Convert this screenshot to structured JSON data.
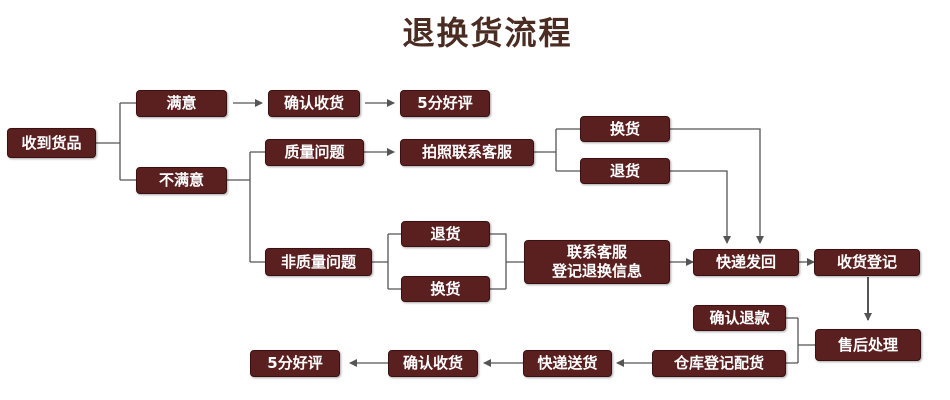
{
  "title": "退换货流程",
  "nodes": {
    "received": "收到货品",
    "satisfied": "满意",
    "confirm_receipt_1": "确认收货",
    "good_review_1": "5分好评",
    "unsatisfied": "不满意",
    "quality_issue": "质量问题",
    "photo_contact": "拍照联系客服",
    "exchange_1": "换货",
    "return_1": "退货",
    "non_quality_issue": "非质量问题",
    "return_2": "退货",
    "exchange_2": "换货",
    "contact_cs_line1": "联系客服",
    "contact_cs_line2": "登记退换信息",
    "express_return": "快递发回",
    "receipt_register": "收货登记",
    "aftersale": "售后处理",
    "confirm_refund": "确认退款",
    "warehouse": "仓库登记配货",
    "express_send": "快递送货",
    "confirm_receipt_2": "确认收货",
    "good_review_2": "5分好评"
  },
  "colors": {
    "node_fill": "#5a1f1f",
    "title": "#4a2c22",
    "line": "#555555"
  }
}
